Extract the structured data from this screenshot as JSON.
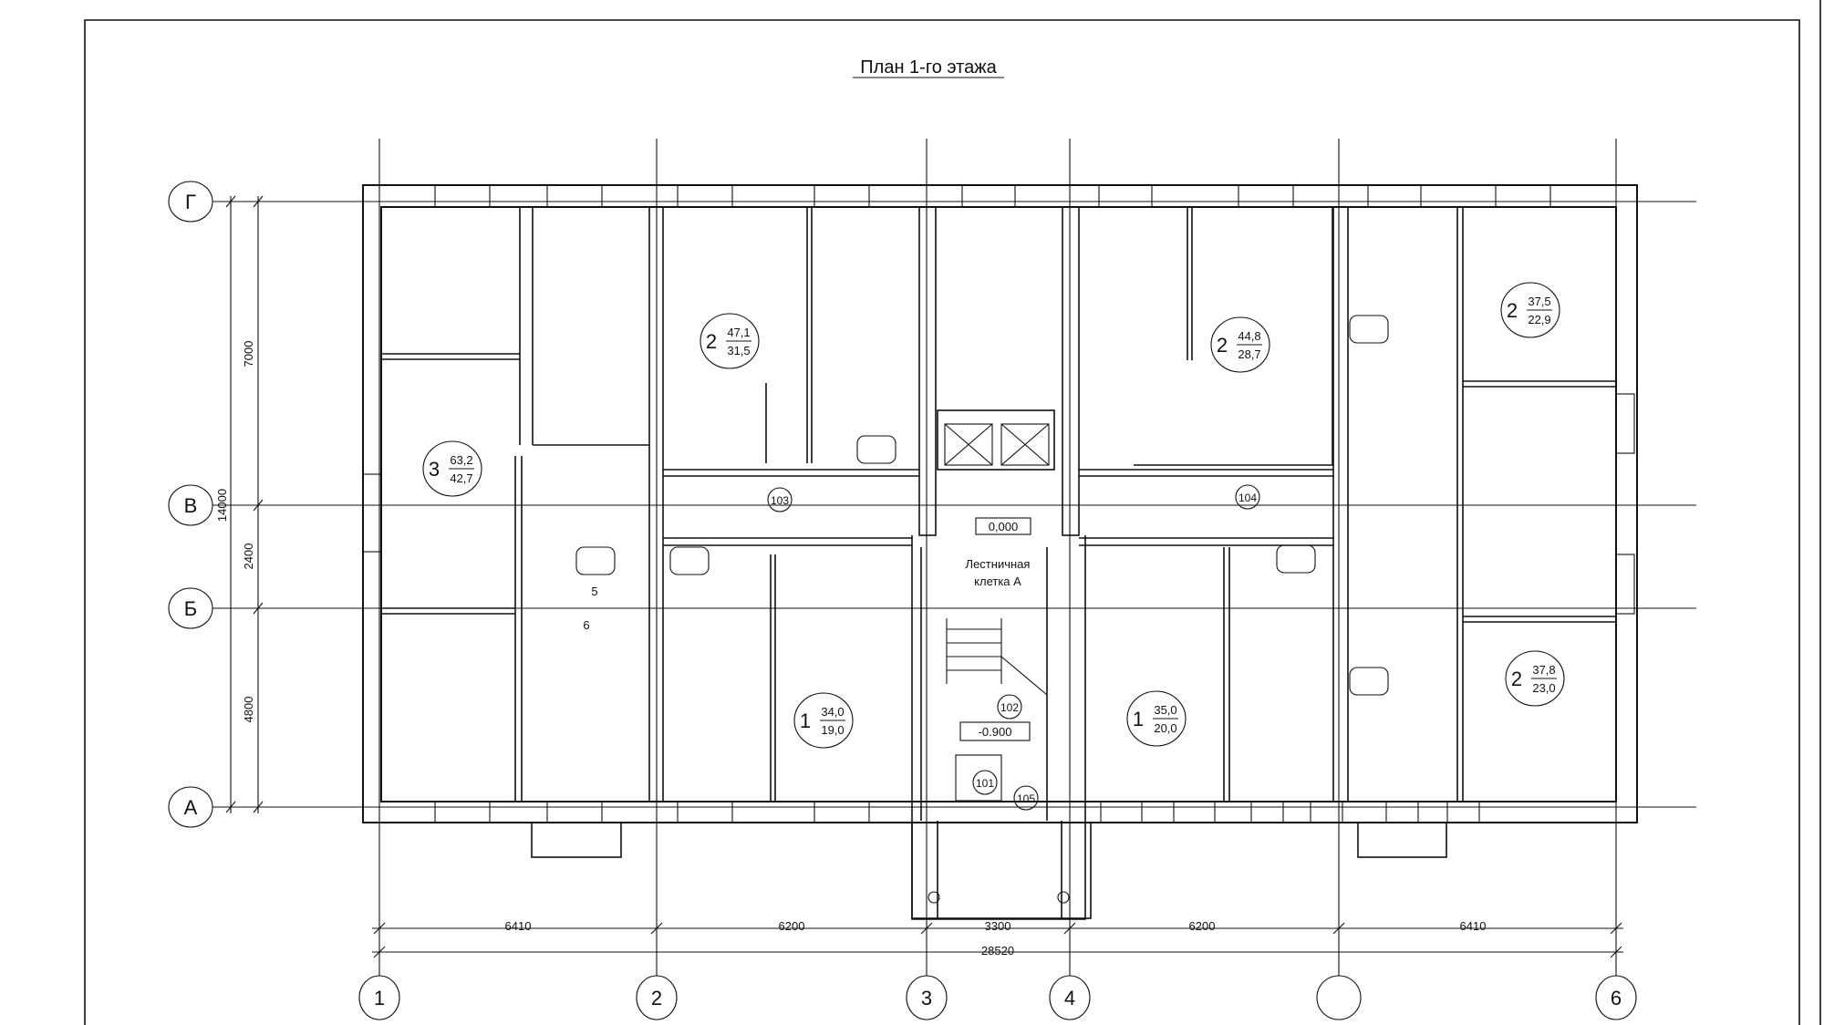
{
  "title": "План 1-го этажа",
  "axes_rows": [
    "Г",
    "В",
    "Б",
    "А"
  ],
  "axes_cols": [
    "1",
    "2",
    "3",
    "4",
    "",
    "6"
  ],
  "dimensions_left": {
    "d7000": "7000",
    "d14000": "14000",
    "d2400": "2400",
    "d4800": "4800"
  },
  "dimensions_bottom": [
    "6410",
    "6200",
    "3300",
    "6200",
    "6410"
  ],
  "dimension_total": "28520",
  "apartments": [
    {
      "rooms": "3",
      "total": "63,2",
      "living": "42,7"
    },
    {
      "rooms": "2",
      "total": "47,1",
      "living": "31,5"
    },
    {
      "rooms": "2",
      "total": "44,8",
      "living": "28,7"
    },
    {
      "rooms": "2",
      "total": "37,5",
      "living": "22,9"
    },
    {
      "rooms": "1",
      "total": "34,0",
      "living": "19,0"
    },
    {
      "rooms": "1",
      "total": "35,0",
      "living": "20,0"
    },
    {
      "rooms": "2",
      "total": "37,8",
      "living": "23,0"
    }
  ],
  "room_numbers": {
    "r101": "101",
    "r102": "102",
    "r103": "103",
    "r104": "104",
    "r105": "105",
    "r5": "5",
    "r6": "6"
  },
  "elevations": {
    "top": "0,000",
    "bottom": "-0.900"
  },
  "stair_label": {
    "line1": "Лестничная",
    "line2": "клетка А"
  }
}
